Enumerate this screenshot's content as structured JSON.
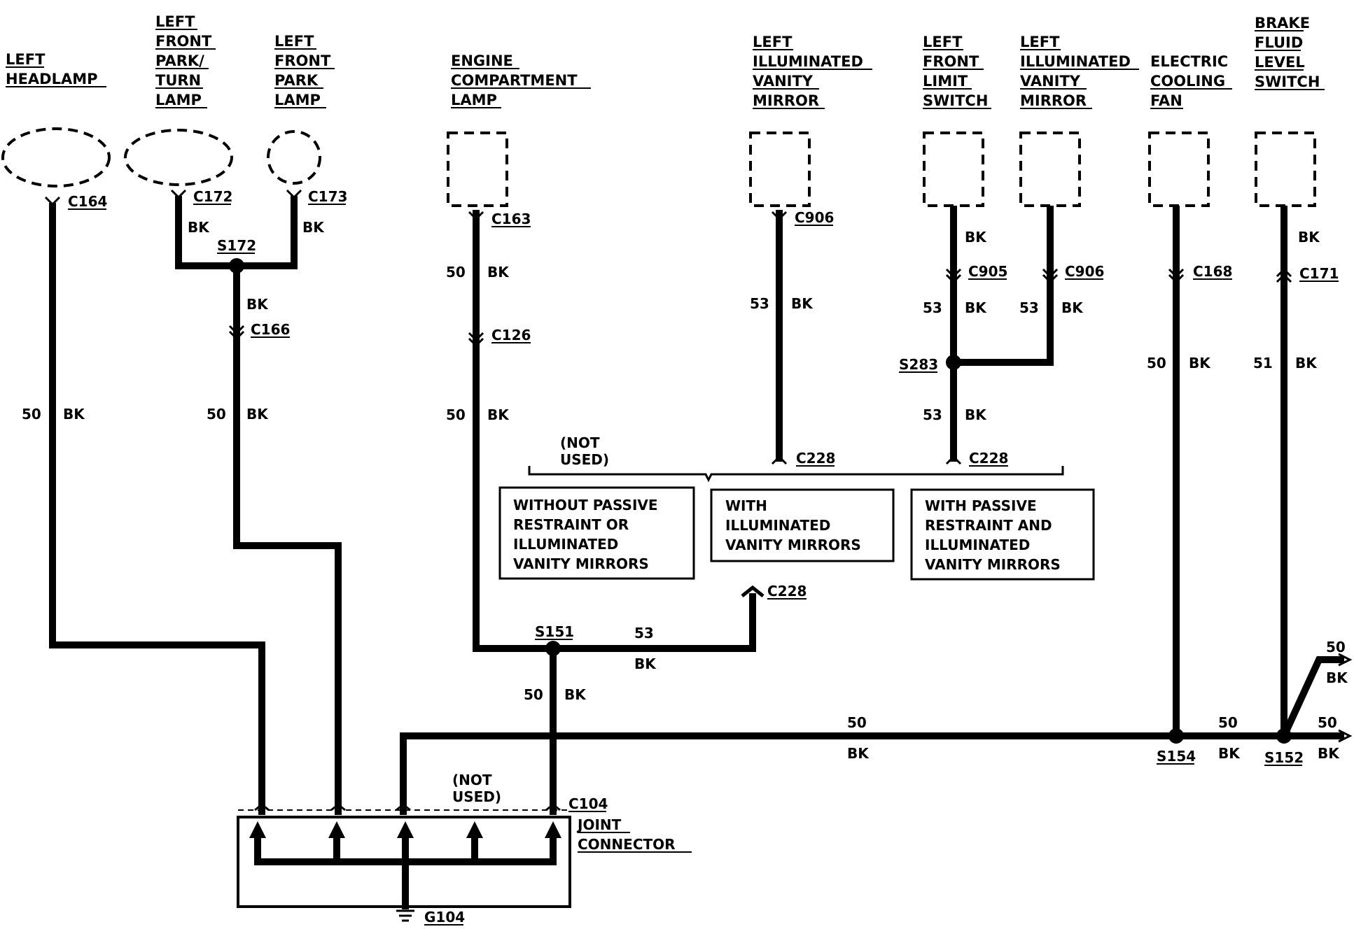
{
  "components": {
    "left_headlamp": [
      "LEFT",
      "HEADLAMP"
    ],
    "left_front_park_turn_lamp": [
      "LEFT",
      "FRONT",
      "PARK/",
      "TURN",
      "LAMP"
    ],
    "left_front_park_lamp": [
      "LEFT",
      "FRONT",
      "PARK",
      "LAMP"
    ],
    "engine_compartment_lamp": [
      "ENGINE",
      "COMPARTMENT",
      "LAMP"
    ],
    "left_illuminated_vanity_mirror_1": [
      "LEFT",
      "ILLUMINATED",
      "VANITY",
      "MIRROR"
    ],
    "left_front_limit_switch": [
      "LEFT",
      "FRONT",
      "LIMIT",
      "SWITCH"
    ],
    "left_illuminated_vanity_mirror_2": [
      "LEFT",
      "ILLUMINATED",
      "VANITY",
      "MIRROR"
    ],
    "electric_cooling_fan": [
      "ELECTRIC",
      "COOLING",
      "FAN"
    ],
    "brake_fluid_level_switch": [
      "BRAKE",
      "FLUID",
      "LEVEL",
      "SWITCH"
    ],
    "joint_connector": [
      "JOINT",
      "CONNECTOR"
    ]
  },
  "connectors": {
    "c164": "C164",
    "c172": "C172",
    "c173": "C173",
    "c166": "C166",
    "c163": "C163",
    "c126": "C126",
    "c906a": "C906",
    "c905": "C905",
    "c906b": "C906",
    "c168": "C168",
    "c171": "C171",
    "c228a": "C228",
    "c228b": "C228",
    "c228c": "C228",
    "c104": "C104"
  },
  "splices": {
    "s172": "S172",
    "s151": "S151",
    "s283": "S283",
    "s154": "S154",
    "s152": "S152"
  },
  "ground": "G104",
  "wire": {
    "color": "BK",
    "g50": "50",
    "g51": "51",
    "g53": "53"
  },
  "notes": {
    "not_used": [
      "(NOT",
      "USED)"
    ]
  },
  "options": {
    "opt1": [
      "WITHOUT PASSIVE",
      "RESTRAINT OR",
      "ILLUMINATED",
      "VANITY MIRRORS"
    ],
    "opt2": [
      "WITH",
      "ILLUMINATED",
      "VANITY MIRRORS"
    ],
    "opt3": [
      "WITH PASSIVE",
      "RESTRAINT AND",
      "ILLUMINATED",
      "VANITY MIRRORS"
    ]
  }
}
